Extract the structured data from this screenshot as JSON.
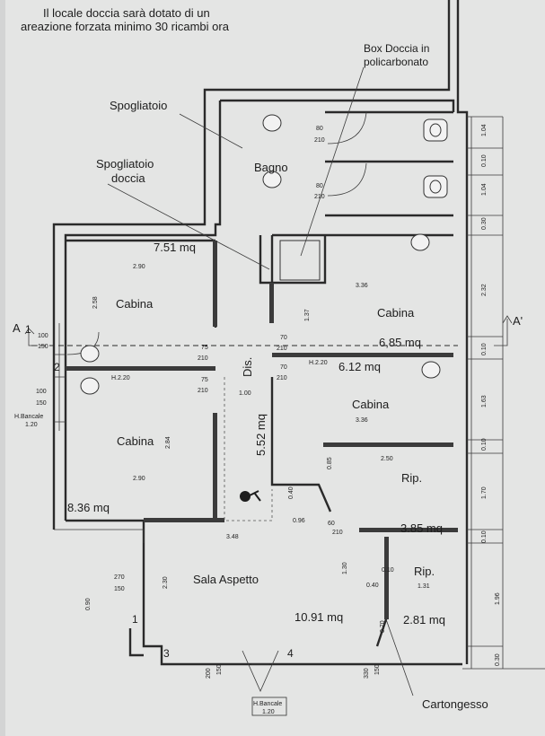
{
  "notes": {
    "ventilation_line1": "Il locale doccia sarà dotato di un",
    "ventilation_line2": "areazione forzata minimo 30 ricambi ora",
    "box_doccia_line1": "Box Doccia in",
    "box_doccia_line2": "policarbonato",
    "cartongesso": "Cartongesso"
  },
  "rooms": {
    "spogliatoio": "Spogliatoio",
    "spogliatoio_doccia_line1": "Spogliatoio",
    "spogliatoio_doccia_line2": "doccia",
    "bagno": "Bagno",
    "cabina": "Cabina",
    "dis": "Dis.",
    "rip": "Rip.",
    "sala_aspetto": "Sala Aspetto"
  },
  "areas": {
    "a1": "7.51 mq",
    "a2": "6,85 mq",
    "a3": "6.12 mq",
    "a4": "5.52 mq",
    "a5": "8.36 mq",
    "a6": "3.85 mq",
    "a7": "10.91 mq",
    "a8": "2.81 mq"
  },
  "section": {
    "left": "A",
    "right": "A'"
  },
  "window_labels": {
    "h_bancale_left_1": "H.Bancale",
    "h_bancale_left_2": "1.20",
    "h_bancale_bottom_1": "H.Bancale",
    "h_bancale_bottom_2": "1.20"
  },
  "door_heights": {
    "h1": "H.2.20",
    "h2": "H.2.20"
  },
  "markers": {
    "m1": "1",
    "m2": "2",
    "m3": "3",
    "m4": "4"
  },
  "dimensions": {
    "d80a": "80",
    "d210a": "210",
    "d80b": "80",
    "d210b": "210",
    "d290a": "2.90",
    "d258": "2.58",
    "d336a": "3.36",
    "d137": "1.37",
    "d100a": "100",
    "d150a": "150",
    "d75a": "75",
    "d210c": "210",
    "d70a": "70",
    "d210d": "210",
    "d70b": "70",
    "d210e": "210",
    "d100b": "100",
    "d150b": "150",
    "d75b": "75",
    "d210f": "210",
    "d100c": "1.00",
    "d336b": "3.36",
    "d284": "2.84",
    "d290b": "2.90",
    "d250": "2.50",
    "d085": "0.85",
    "d040a": "0.40",
    "d096": "0.96",
    "d060": "60",
    "d210g": "210",
    "d348": "3.48",
    "d270": "270",
    "d150c": "150",
    "d230": "2.30",
    "d130": "1.30",
    "d010a": "0.10",
    "d040b": "0.40",
    "d131": "1.31",
    "d090": "0.90",
    "d070": "0.70",
    "d200": "200",
    "d150d": "150",
    "d330": "330",
    "d150e": "150",
    "r104a": "1.04",
    "r010a": "0.10",
    "r104b": "1.04",
    "r030a": "0.30",
    "r232": "2.32",
    "r010b": "0.10",
    "r163": "1.63",
    "r010c": "0.10",
    "r170": "1.70",
    "r010d": "0.10",
    "r196": "1.96",
    "r030b": "0.30"
  }
}
